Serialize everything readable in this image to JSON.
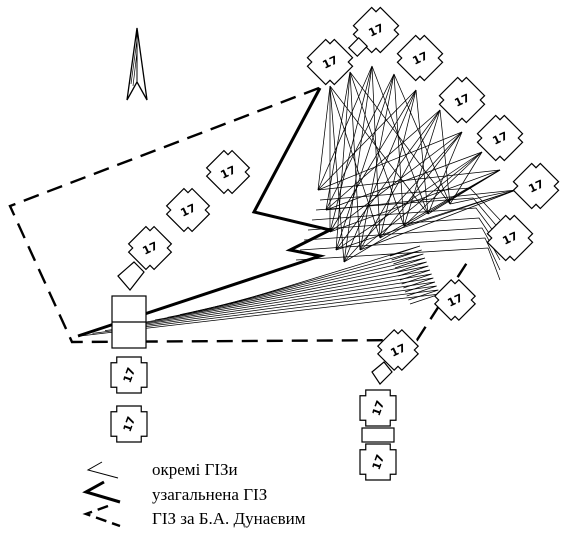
{
  "building_label": "17",
  "north_arrow": "north-arrow-icon",
  "legend": {
    "item1": "окремі ГІЗи",
    "item2": "узагальнена ГІЗ",
    "item3": "ГІЗ за Б.А. Дунаєвим"
  }
}
